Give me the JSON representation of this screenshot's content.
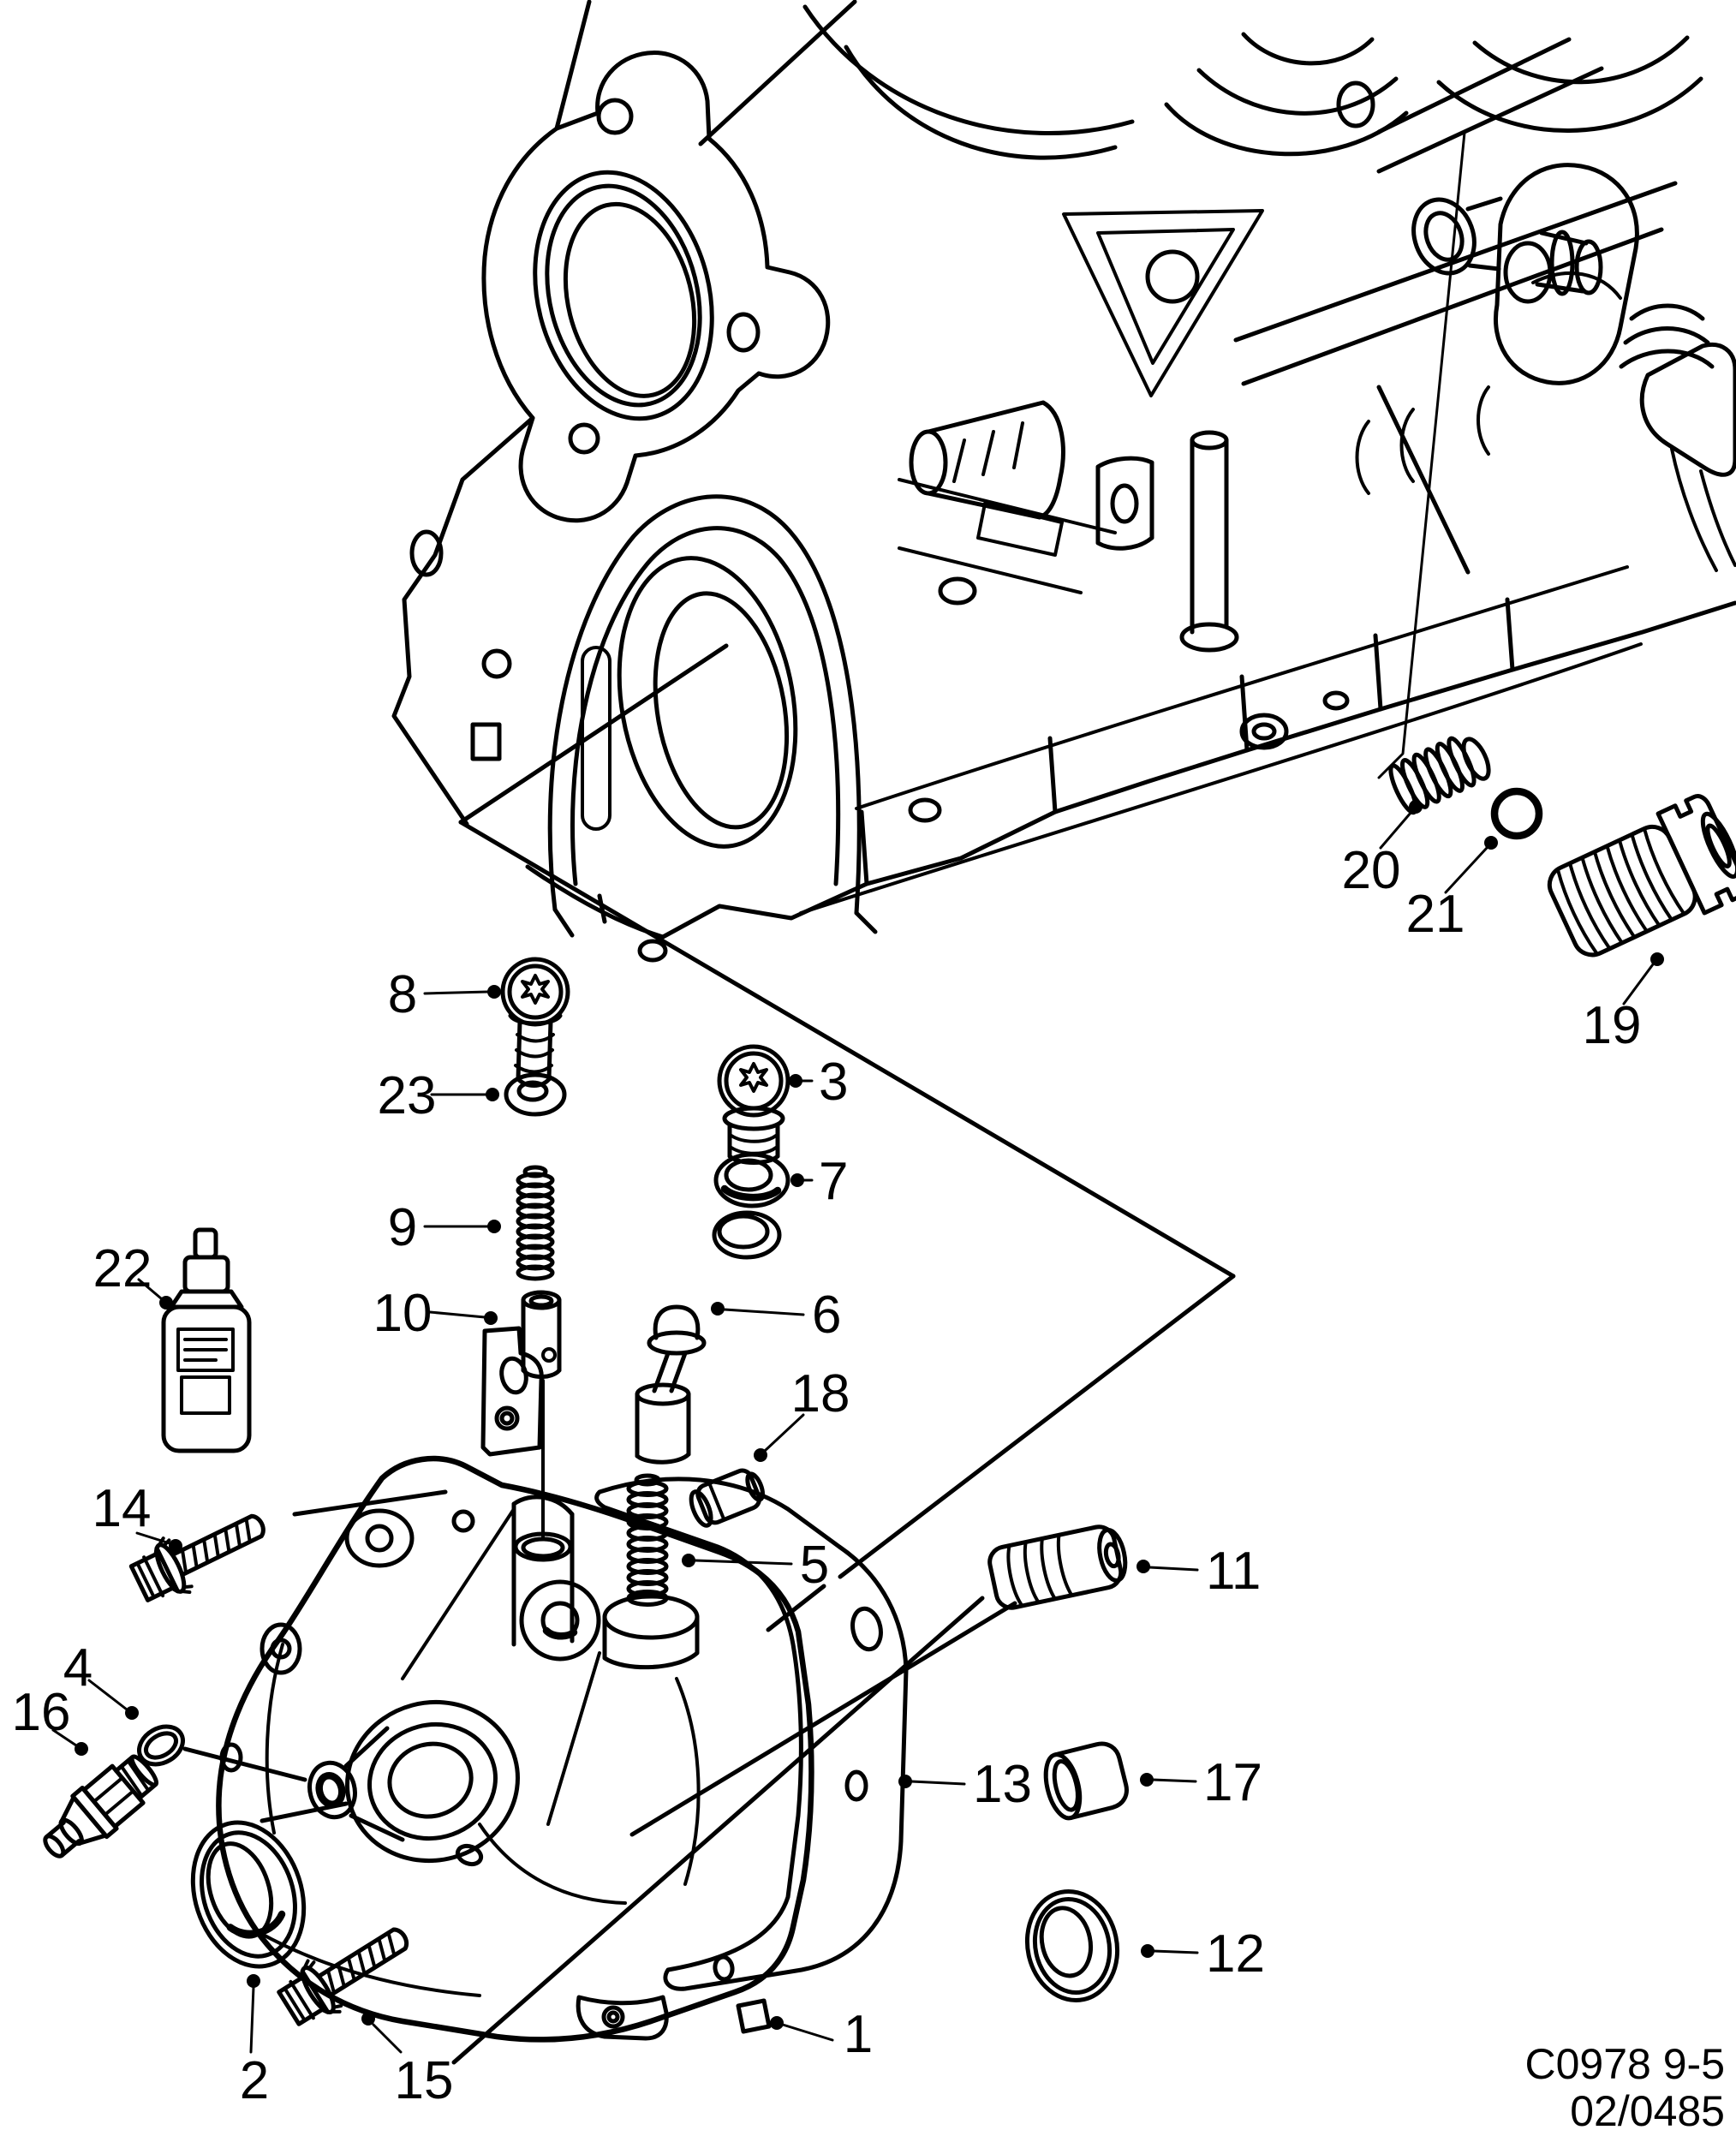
{
  "diagram": {
    "title_hidden": "",
    "colors": {
      "line": "#000000",
      "background": "#ffffff"
    },
    "callouts": [
      {
        "label": "1"
      },
      {
        "label": "2"
      },
      {
        "label": "3"
      },
      {
        "label": "4"
      },
      {
        "label": "5"
      },
      {
        "label": "6"
      },
      {
        "label": "7"
      },
      {
        "label": "8"
      },
      {
        "label": "9"
      },
      {
        "label": "10"
      },
      {
        "label": "11"
      },
      {
        "label": "12"
      },
      {
        "label": "13"
      },
      {
        "label": "14"
      },
      {
        "label": "15"
      },
      {
        "label": "16"
      },
      {
        "label": "17"
      },
      {
        "label": "18"
      },
      {
        "label": "19"
      },
      {
        "label": "20"
      },
      {
        "label": "21"
      },
      {
        "label": "22"
      },
      {
        "label": "23"
      }
    ],
    "footer": {
      "figure_code": "C0978 9-5",
      "sheet_code": "02/0485"
    }
  }
}
